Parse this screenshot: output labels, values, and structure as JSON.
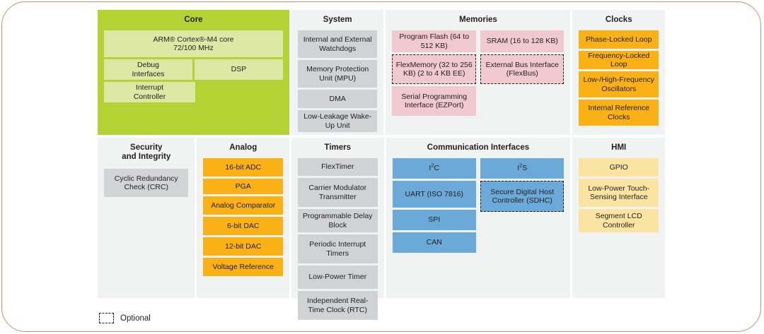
{
  "frame": {
    "border_color": "#d98b6d"
  },
  "legend": {
    "swatch_name": "dashed-square-icon",
    "label": "Optional"
  },
  "palette": {
    "core_green": "#b4d233",
    "core_block_green": "#dde8a4",
    "panel_gray": "#f1f2f2",
    "block_gray": "#d0d2d3",
    "memory_pink": "#f0c8cf",
    "clock_orange": "#f9b115",
    "comm_blue": "#6aa9d8",
    "hmi_yellow": "#fbe3a2"
  },
  "sections": {
    "core": {
      "title": "Core",
      "blocks": [
        {
          "label": "ARM® Cortex®-M4 core\n72/100 MHz",
          "line1": "ARM® Cortex®-M4 core",
          "line2": "72/100 MHz",
          "optional": false
        },
        {
          "label": "Debug\nInterfaces",
          "line1": "Debug",
          "line2": "Interfaces",
          "optional": false
        },
        {
          "label": "DSP",
          "line1": "DSP",
          "line2": "",
          "optional": false
        },
        {
          "label": "Interrupt\nController",
          "line1": "Interrupt",
          "line2": "Controller",
          "optional": false
        }
      ]
    },
    "system": {
      "title": "System",
      "blocks": [
        {
          "label": "Internal and External Watchdogs",
          "optional": false
        },
        {
          "label": "Memory Protection Unit (MPU)",
          "optional": false
        },
        {
          "label": "DMA",
          "optional": false
        },
        {
          "label": "Low-Leakage Wake-Up Unit",
          "optional": false
        }
      ]
    },
    "memories": {
      "title": "Memories",
      "left_blocks": [
        {
          "label": "Program Flash (64 to 512 KB)",
          "optional": false
        },
        {
          "label": "FlexMemory (32 to 256 KB) (2 to 4 KB EE)",
          "optional": true
        },
        {
          "label": "Serial Programming Interface (EZPort)",
          "optional": false
        }
      ],
      "right_blocks": [
        {
          "label": "SRAM (16 to 128 KB)",
          "optional": false
        },
        {
          "label": "External Bus Interface (FlexBus)",
          "optional": true
        }
      ]
    },
    "clocks": {
      "title": "Clocks",
      "blocks": [
        {
          "label": "Phase-Locked Loop",
          "optional": false
        },
        {
          "label": "Frequency-Locked Loop",
          "optional": false
        },
        {
          "label": "Low-/High-Frequency Oscillators",
          "optional": false
        },
        {
          "label": "Internal Reference Clocks",
          "optional": false
        }
      ]
    },
    "security": {
      "title": "Security and Integrity",
      "title_line1": "Security",
      "title_line2": "and Integrity",
      "blocks": [
        {
          "label": "Cyclic Redundancy Check (CRC)",
          "optional": false
        }
      ]
    },
    "analog": {
      "title": "Analog",
      "blocks": [
        {
          "label": "16-bit ADC",
          "optional": false
        },
        {
          "label": "PGA",
          "optional": false
        },
        {
          "label": "Analog Comparator",
          "optional": false
        },
        {
          "label": "6-bit DAC",
          "optional": false
        },
        {
          "label": "12-bit DAC",
          "optional": false
        },
        {
          "label": "Voltage Reference",
          "optional": false
        }
      ]
    },
    "timers": {
      "title": "Timers",
      "blocks": [
        {
          "label": "FlexTimer",
          "optional": false
        },
        {
          "label": "Carrier Modulator Transmitter",
          "optional": false
        },
        {
          "label": "Programmable Delay Block",
          "optional": false
        },
        {
          "label": "Periodic Interrupt Timers",
          "optional": false
        },
        {
          "label": "Low-Power Timer",
          "optional": false
        },
        {
          "label": "Independent Real-Time Clock (RTC)",
          "optional": false
        }
      ]
    },
    "communication": {
      "title": "Communication Interfaces",
      "left_blocks": [
        {
          "label": "I²C",
          "optional": false
        },
        {
          "label": "UART (ISO 7816)",
          "optional": false
        },
        {
          "label": "SPI",
          "optional": false
        },
        {
          "label": "CAN",
          "optional": false
        }
      ],
      "right_blocks": [
        {
          "label": "I²S",
          "optional": false
        },
        {
          "label": "Secure Digital Host Controller (SDHC)",
          "optional": true
        }
      ]
    },
    "hmi": {
      "title": "HMI",
      "blocks": [
        {
          "label": "GPIO",
          "optional": false
        },
        {
          "label": "Low-Power Touch-Sensing Interface",
          "optional": false
        },
        {
          "label": "Segment LCD Controller",
          "optional": false
        }
      ]
    }
  }
}
